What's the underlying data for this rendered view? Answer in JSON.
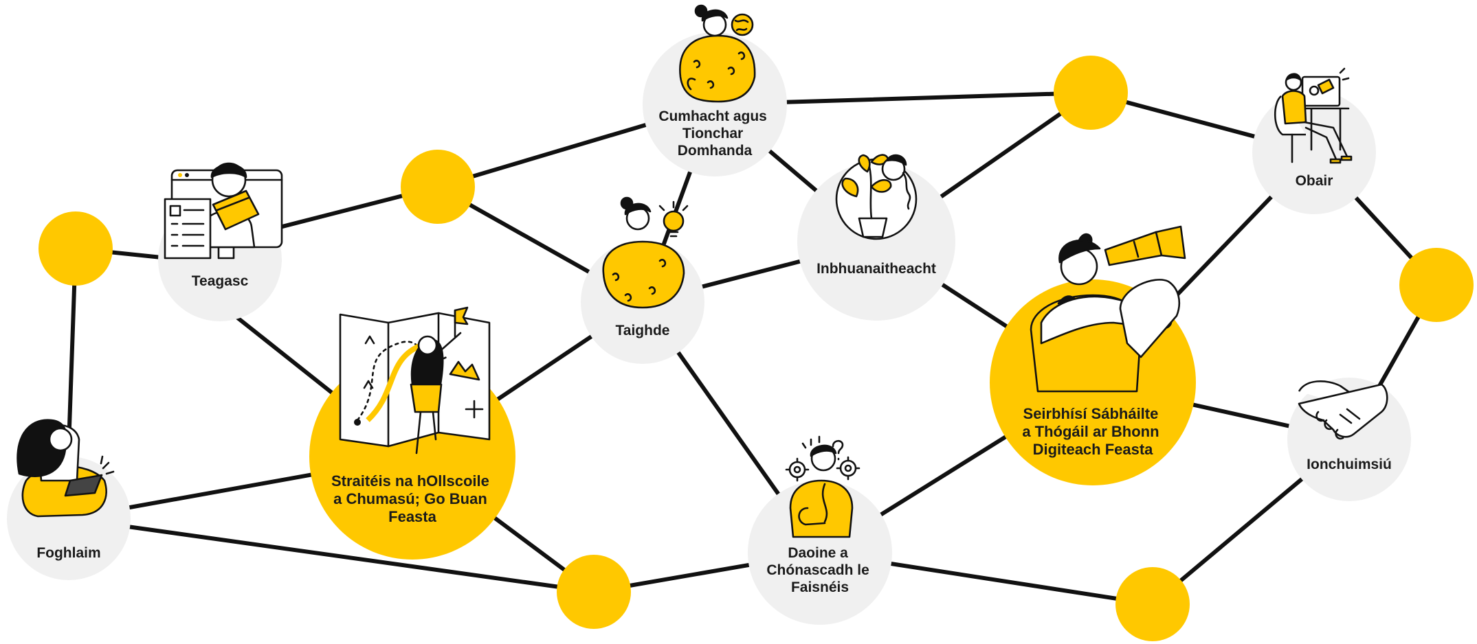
{
  "colors": {
    "accent": "#FFC800",
    "node_bg": "#F0F0F0",
    "line": "#111111",
    "ink": "#1A1A1A"
  },
  "nodes": {
    "foghlaim": {
      "label": [
        "Foghlaim"
      ],
      "icon": "person-with-laptop-icon"
    },
    "teagasc": {
      "label": [
        "Teagasc"
      ],
      "icon": "teacher-with-book-icon"
    },
    "straiteis": {
      "label": [
        "Straitéis na hOllscoile",
        "a Chumasú; Go Buan",
        "Feasta"
      ],
      "icon": "woman-with-map-icon"
    },
    "cumhacht": {
      "label": [
        "Cumhacht agus",
        "Tionchar",
        "Domhanda"
      ],
      "icon": "woman-holding-globe-icon"
    },
    "taighde": {
      "label": [
        "Taighde"
      ],
      "icon": "woman-with-lightbulb-icon"
    },
    "inbhuanaitheacht": {
      "label": [
        "Inbhuanaitheacht"
      ],
      "icon": "woman-with-plant-icon"
    },
    "daoine": {
      "label": [
        "Daoine a",
        "Chónascadh le",
        "Faisnéis"
      ],
      "icon": "thinking-person-with-gears-icon"
    },
    "seirbhisi": {
      "label": [
        "Seirbhísí Sábháilte",
        "a Thógáil ar Bhonn",
        "Digiteach Feasta"
      ],
      "icon": "man-with-telescope-icon"
    },
    "obair": {
      "label": [
        "Obair"
      ],
      "icon": "person-at-desk-icon"
    },
    "ionchuimsiu": {
      "label": [
        "Ionchuimsiú"
      ],
      "icon": "handshake-icon"
    }
  }
}
